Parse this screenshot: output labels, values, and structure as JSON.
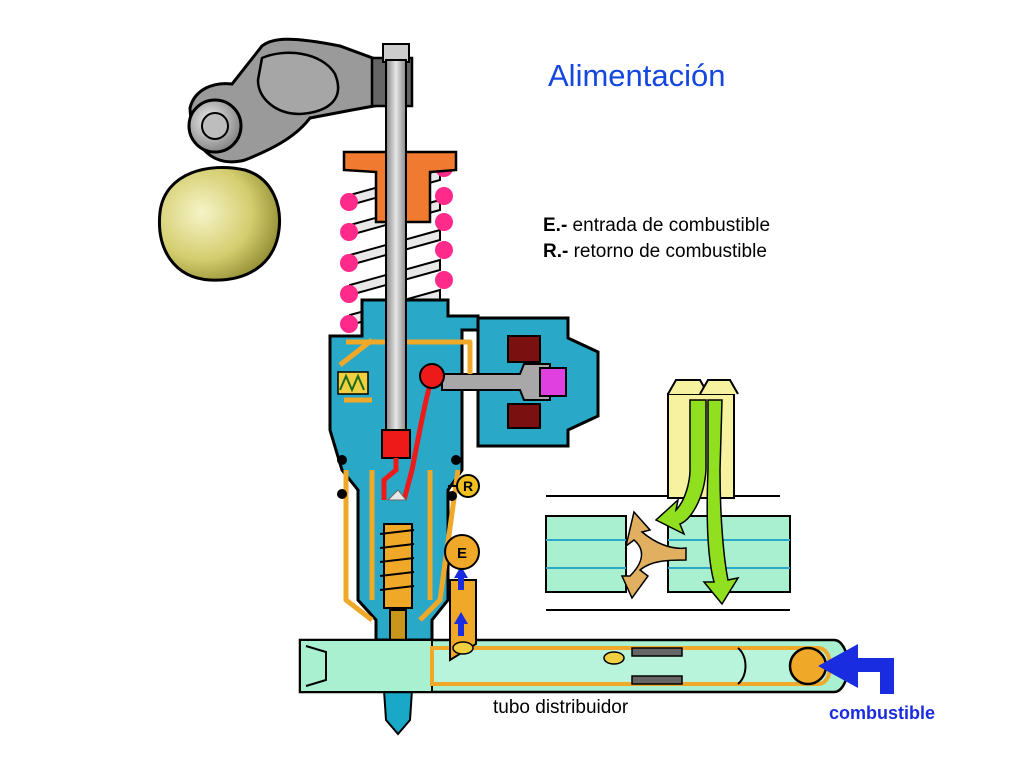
{
  "title": "Alimentación",
  "legend": {
    "entry_key": "E.-",
    "entry_text": " entrada de combustible",
    "return_key": "R.-",
    "return_text": " retorno de combustible"
  },
  "badges": {
    "return": "R",
    "entry": "E"
  },
  "captions": {
    "tube": "tubo distribuidor",
    "fuel": "combustible"
  },
  "colors": {
    "title": "#1446e0",
    "body": "#2aa8c8",
    "channel": "#f0a828",
    "spring": "#ff2a8a",
    "cam": "#d6d070",
    "rail": "#a8f0d0",
    "arrow_blue": "#1a2ce0",
    "arrow_green": "#90e020",
    "arrow_tan": "#e0b060"
  }
}
